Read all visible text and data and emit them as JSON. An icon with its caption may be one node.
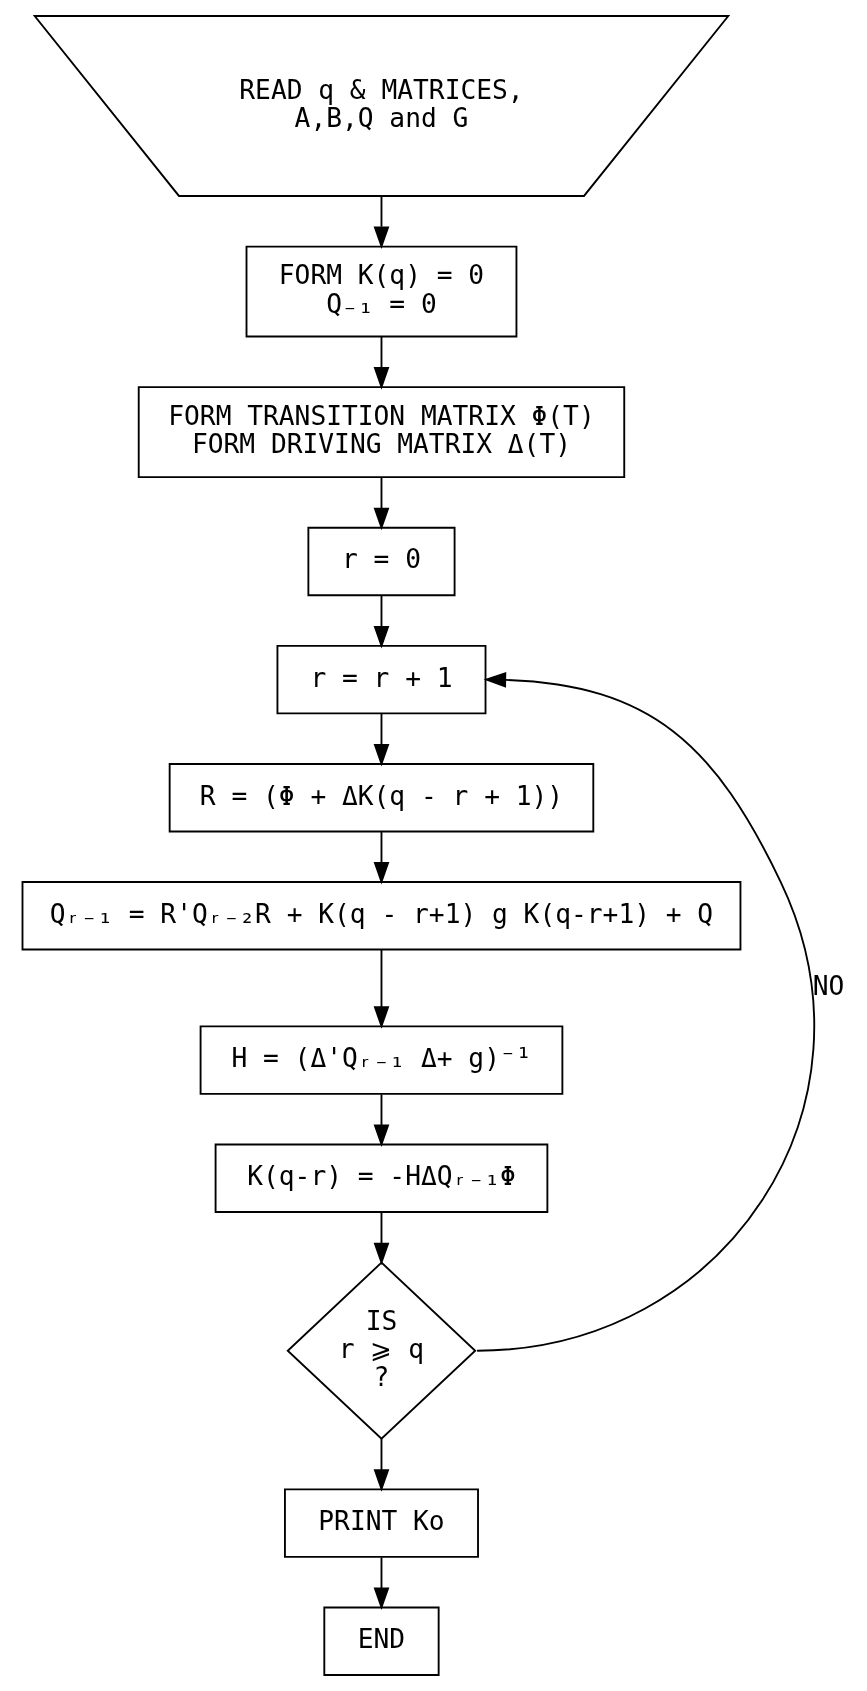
{
  "diagram": {
    "nodes": [
      {
        "text": [
          "READ q & MATRICES,",
          "A,B,Q and G"
        ]
      },
      {
        "text": [
          "FORM K(q) = 0",
          "Q₋₁ = 0"
        ]
      },
      {
        "text": [
          "FORM TRANSITION MATRIX Φ(T)",
          "FORM DRIVING MATRIX Δ(T)"
        ]
      },
      {
        "text": [
          "r = 0"
        ]
      },
      {
        "text": [
          "r = r + 1"
        ]
      },
      {
        "text": [
          "R = (Φ + ΔK(q - r + 1))"
        ]
      },
      {
        "text": [
          "Qᵣ₋₁ = R'Qᵣ₋₂R + K(q - r+1) g K(q-r+1) + Q"
        ]
      },
      {
        "text": [
          "H = (Δ'Qᵣ₋₁ Δ+ g)⁻¹"
        ]
      },
      {
        "text": [
          "K(q-r) = -HΔQᵣ₋₁Φ"
        ]
      },
      {
        "text": [
          "IS",
          "r ⩾ q",
          "?"
        ]
      },
      {
        "text": [
          "PRINT Ko"
        ]
      },
      {
        "text": [
          "END"
        ]
      }
    ],
    "edges": [
      {
        "from": 0,
        "to": 1,
        "arrow": "to"
      },
      {
        "from": 1,
        "to": 2,
        "arrow": "to"
      },
      {
        "from": 2,
        "to": 3,
        "arrow": "to"
      },
      {
        "from": 3,
        "to": 4,
        "arrow": "to"
      },
      {
        "from": 4,
        "to": 5,
        "arrow": "to"
      },
      {
        "from": 5,
        "to": 6,
        "arrow": "to"
      },
      {
        "from": 6,
        "to": 7,
        "arrow": "to"
      },
      {
        "from": 7,
        "to": 8,
        "arrow": "to"
      },
      {
        "from": 8,
        "to": 9,
        "arrow": "to"
      },
      {
        "from": 9,
        "to": 4,
        "arrow": "to",
        "label": "NO"
      },
      {
        "from": 9,
        "to": 10,
        "arrow": "to"
      },
      {
        "from": 10,
        "to": 11,
        "arrow": "to"
      }
    ]
  }
}
